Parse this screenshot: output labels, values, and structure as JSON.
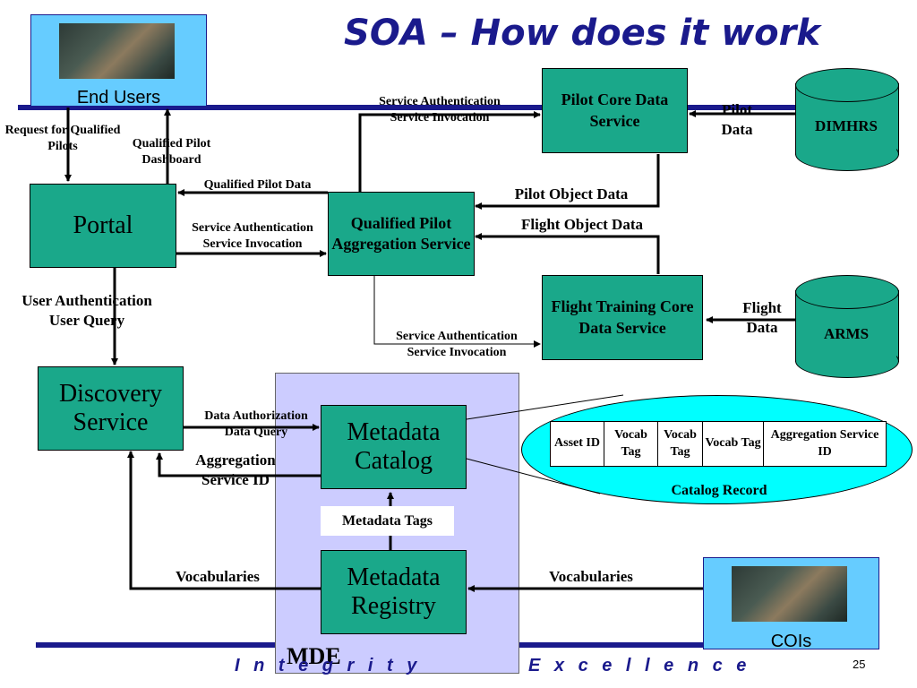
{
  "title": "SOA – How does it work",
  "nodes": {
    "end_users": "End Users",
    "portal": "Portal",
    "discovery": "Discovery Service",
    "qp_aggregation": "Qualified Pilot Aggregation Service",
    "pilot_core": "Pilot Core Data Service",
    "flight_training": "Flight Training Core Data Service",
    "dimhrs": "DIMHRS",
    "arms": "ARMS",
    "metadata_catalog": "Metadata Catalog",
    "metadata_registry": "Metadata Registry",
    "metadata_tags": "Metadata Tags",
    "mde": "MDE",
    "cois": "COIs"
  },
  "edges": {
    "request_pilots": "Request for Qualified Pilots",
    "qp_dashboard": "Qualified Pilot Dashboard",
    "qp_data": "Qualified Pilot Data",
    "svc_auth_portal_l1": "Service Authentication",
    "svc_auth_portal_l2": "Service Invocation",
    "svc_auth_top_l1": "Service Authentication",
    "svc_auth_top_l2": "Service Invocation",
    "svc_auth_ft_l1": "Service Authentication",
    "svc_auth_ft_l2": "Service Invocation",
    "pilot_data_l1": "Pilot",
    "pilot_data_l2": "Data",
    "pilot_object": "Pilot Object Data",
    "flight_object": "Flight Object Data",
    "flight_data_l1": "Flight",
    "flight_data_l2": "Data",
    "user_auth_l1": "User Authentication",
    "user_auth_l2": "User Query",
    "data_auth_l1": "Data Authorization",
    "data_auth_l2": "Data Query",
    "agg_id_l1": "Aggregation",
    "agg_id_l2": "Service ID",
    "vocab_left": "Vocabularies",
    "vocab_right": "Vocabularies"
  },
  "catalog_record": {
    "label": "Catalog Record",
    "fields": [
      "Asset ID",
      "Vocab Tag",
      "Vocab Tag",
      "Vocab Tag",
      "Aggregation Service ID"
    ]
  },
  "footer": {
    "left": "I n t e g r i t y",
    "right": "E x c e l l e n c e",
    "page": "25"
  },
  "colors": {
    "node_fill": "#1aa88a",
    "title": "#1a1a8c",
    "band": "#1a1a8c",
    "users_fill": "#66ccff",
    "mde_fill": "#ccccff",
    "record_fill": "#00ffff"
  }
}
